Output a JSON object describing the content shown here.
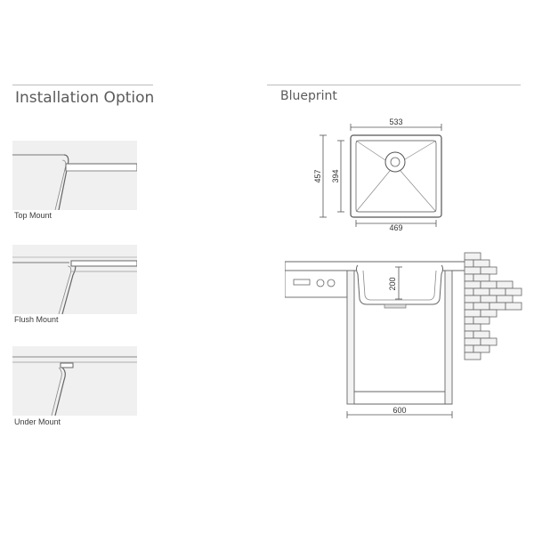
{
  "left": {
    "title": "Installation Option",
    "options": [
      {
        "label": "Top Mount"
      },
      {
        "label": "Flush Mount"
      },
      {
        "label": "Under Mount"
      }
    ]
  },
  "right": {
    "title": "Blueprint",
    "dimensions": {
      "top_width": "533",
      "bottom_width": "469",
      "outer_depth": "457",
      "inner_depth": "394",
      "bowl_height": "200",
      "cabinet_width": "600"
    }
  },
  "colors": {
    "panel_fill": "#f0f0f0",
    "line": "#6d6d6d",
    "brick": "#f2f2f2"
  }
}
